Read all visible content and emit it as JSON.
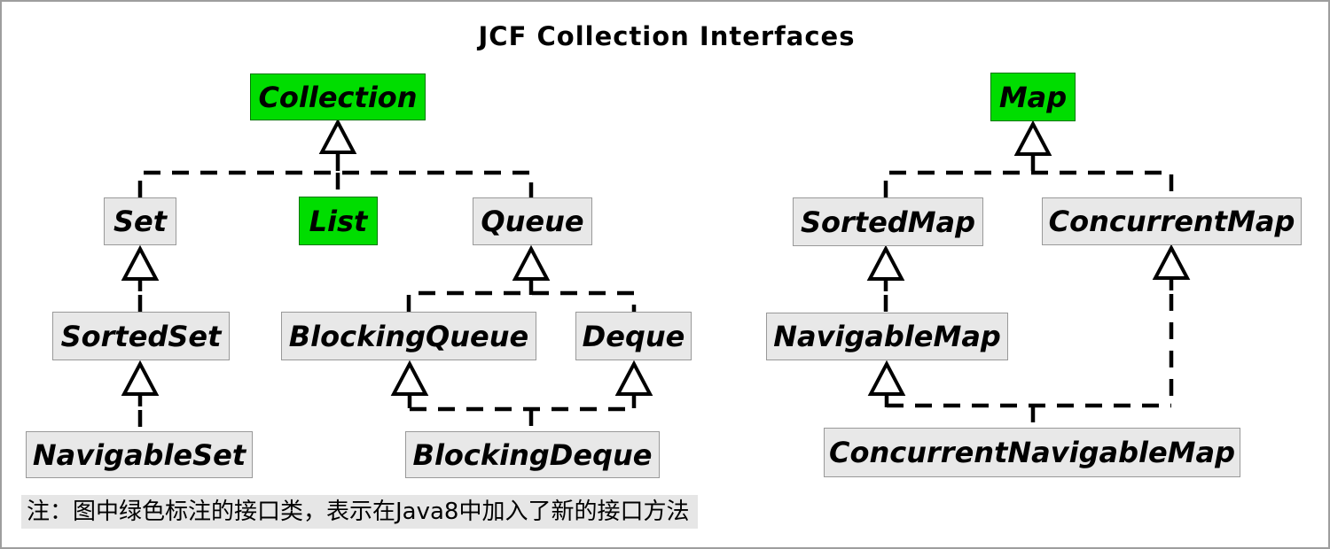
{
  "title": "JCF Collection Interfaces",
  "note": "注：图中绿色标注的接口类，表示在Java8中加入了新的接口方法",
  "colors": {
    "highlight_green": "#00dd00",
    "highlight_green_border": "#007700",
    "node_gray": "#e8e8e8",
    "node_gray_border": "#999999",
    "line_black": "#000000",
    "note_background": "#e6e6e6",
    "canvas_border": "#9e9e9e"
  },
  "nodes": {
    "collection": {
      "label": "Collection",
      "highlighted": true
    },
    "set": {
      "label": "Set",
      "highlighted": false
    },
    "list": {
      "label": "List",
      "highlighted": true
    },
    "queue": {
      "label": "Queue",
      "highlighted": false
    },
    "sortedset": {
      "label": "SortedSet",
      "highlighted": false
    },
    "blockingqueue": {
      "label": "BlockingQueue",
      "highlighted": false
    },
    "deque": {
      "label": "Deque",
      "highlighted": false
    },
    "navigableset": {
      "label": "NavigableSet",
      "highlighted": false
    },
    "blockingdeque": {
      "label": "BlockingDeque",
      "highlighted": false
    },
    "map": {
      "label": "Map",
      "highlighted": true
    },
    "sortedmap": {
      "label": "SortedMap",
      "highlighted": false
    },
    "concurrentmap": {
      "label": "ConcurrentMap",
      "highlighted": false
    },
    "navigablemap": {
      "label": "NavigableMap",
      "highlighted": false
    },
    "concurrentnavigablemap": {
      "label": "ConcurrentNavigableMap",
      "highlighted": false
    }
  },
  "edges": [
    {
      "child": "Set",
      "parent": "Collection"
    },
    {
      "child": "List",
      "parent": "Collection"
    },
    {
      "child": "Queue",
      "parent": "Collection"
    },
    {
      "child": "SortedSet",
      "parent": "Set"
    },
    {
      "child": "NavigableSet",
      "parent": "SortedSet"
    },
    {
      "child": "BlockingQueue",
      "parent": "Queue"
    },
    {
      "child": "Deque",
      "parent": "Queue"
    },
    {
      "child": "BlockingDeque",
      "parent": "BlockingQueue"
    },
    {
      "child": "BlockingDeque",
      "parent": "Deque"
    },
    {
      "child": "SortedMap",
      "parent": "Map"
    },
    {
      "child": "ConcurrentMap",
      "parent": "Map"
    },
    {
      "child": "NavigableMap",
      "parent": "SortedMap"
    },
    {
      "child": "ConcurrentNavigableMap",
      "parent": "NavigableMap"
    },
    {
      "child": "ConcurrentNavigableMap",
      "parent": "ConcurrentMap"
    }
  ]
}
